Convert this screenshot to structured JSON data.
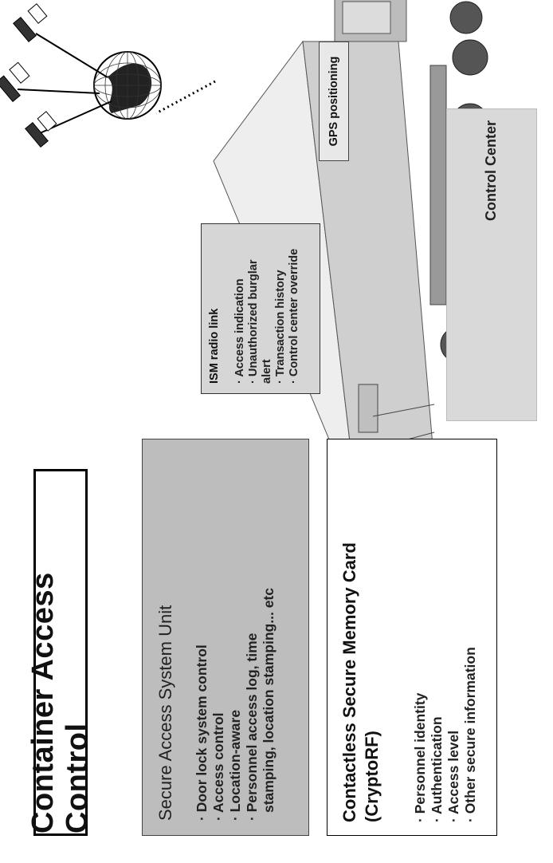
{
  "title": "Container Access Control",
  "secure_unit": {
    "heading": "Secure Access System Unit",
    "items": [
      "· Door lock system control",
      "· Access control",
      "· Location-aware",
      "· Personnel access log, time",
      "stamping, location stamping... etc"
    ]
  },
  "card": {
    "heading_line1": "Contactless Secure Memory Card",
    "heading_line2": "(CryptoRF)",
    "items": [
      "· Personnel identity",
      "· Authentication",
      "· Access level",
      "· Other secure information"
    ]
  },
  "control_center": {
    "label": "Control Center"
  },
  "ism": {
    "heading": "ISM radio link",
    "items": [
      "· Access indication",
      "· Unauthorized burglar alert",
      "· Transaction history",
      "· Control center override"
    ]
  },
  "gps": {
    "label": "GPS positioning"
  },
  "colors": {
    "box_gray": "#bdbdbd",
    "ism_gray": "#d6d6d6",
    "cc_gray": "#d9d9d9"
  }
}
